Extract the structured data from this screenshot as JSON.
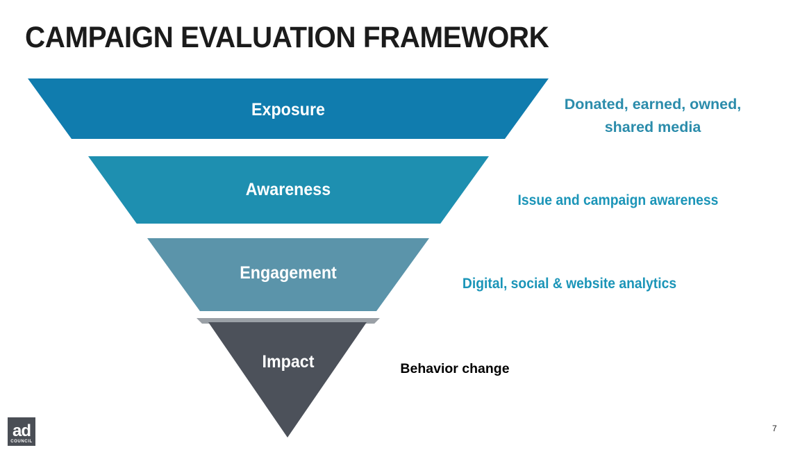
{
  "slide": {
    "title": "CAMPAIGN EVALUATION FRAMEWORK",
    "page_number": "7",
    "background_color": "#ffffff",
    "title_color": "#1b1b1b"
  },
  "funnel": {
    "type": "inverted-funnel-diagram",
    "levels": [
      {
        "label": "Exposure",
        "annotation": "Donated, earned, owned, shared media",
        "fill": "#107cae",
        "annotation_color": "#2b8cab"
      },
      {
        "label": "Awareness",
        "annotation": "Issue and campaign awareness",
        "fill": "#1e8fb0",
        "annotation_color": "#1b95b8"
      },
      {
        "label": "Engagement",
        "annotation": "Digital, social & website analytics",
        "fill": "#5b94aa",
        "annotation_color": "#1b95b8"
      },
      {
        "label": "Impact",
        "annotation": "Behavior change",
        "fill": "#4c515a",
        "annotation_color": "#000000"
      }
    ],
    "label_text_color": "#ffffff"
  },
  "logo": {
    "line1": "ad",
    "line2": "COUNCIL",
    "background": "#4a4e55"
  }
}
